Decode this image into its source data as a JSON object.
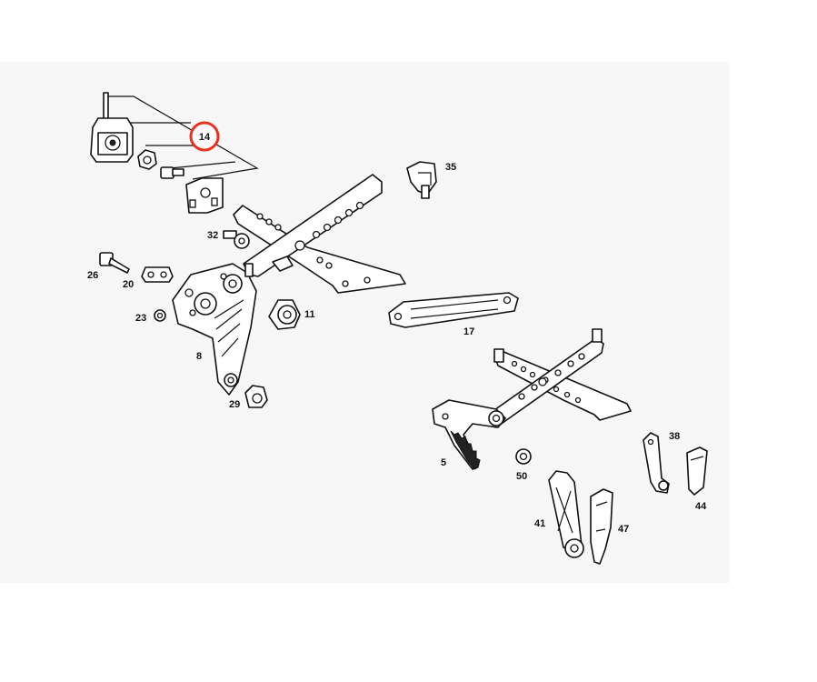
{
  "highlight": {
    "label": "14",
    "color": "#e8321e"
  },
  "labels": {
    "l35": "35",
    "l32": "32",
    "l26": "26",
    "l20": "20",
    "l23": "23",
    "l11": "11",
    "l17": "17",
    "l8": "8",
    "l29": "29",
    "l5": "5",
    "l50": "50",
    "l38": "38",
    "l44": "44",
    "l41": "41",
    "l47": "47"
  }
}
